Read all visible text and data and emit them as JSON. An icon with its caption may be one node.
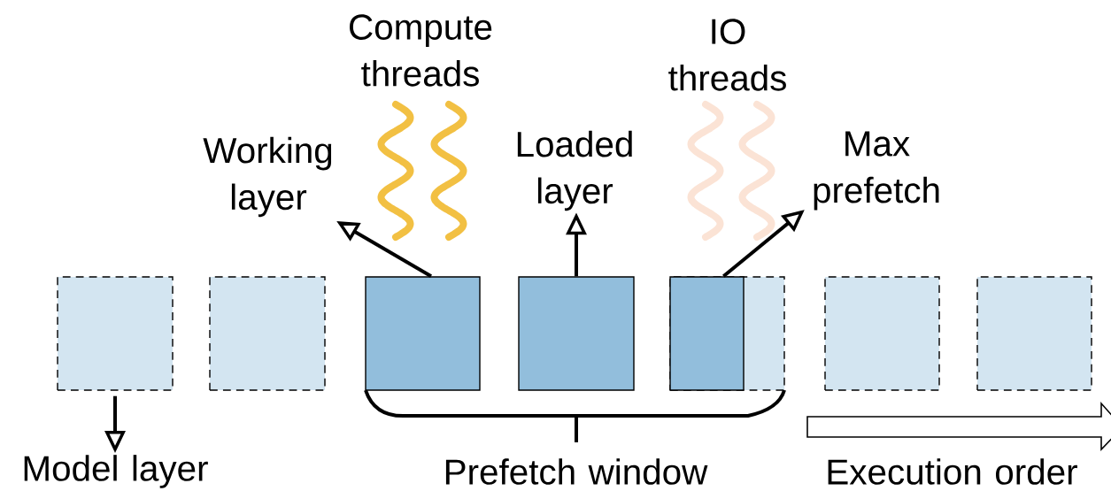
{
  "diagram": {
    "nodes": [
      {
        "text": [],
        "shape": "box"
      },
      {
        "text": [],
        "shape": "box"
      },
      {
        "text": [],
        "shape": "box"
      },
      {
        "text": [],
        "shape": "box"
      },
      {
        "text": [],
        "shape": "box"
      },
      {
        "text": [],
        "shape": "box"
      },
      {
        "text": [],
        "shape": "box"
      },
      {
        "text": [
          "Working layer"
        ]
      },
      {
        "text": [
          "Loaded layer"
        ]
      },
      {
        "text": [
          "Max prefetch"
        ]
      },
      {
        "text": [
          "Model layer"
        ]
      }
    ],
    "edges": [
      {
        "from": 2,
        "to": 7,
        "arrow": "to"
      },
      {
        "from": 3,
        "to": 8,
        "arrow": "to"
      },
      {
        "from": 4,
        "to": 9,
        "arrow": "to"
      },
      {
        "from": 0,
        "to": 10,
        "arrow": "to"
      }
    ],
    "labels": [
      "Compute threads",
      "IO threads",
      "Prefetch window",
      "Execution order"
    ]
  }
}
